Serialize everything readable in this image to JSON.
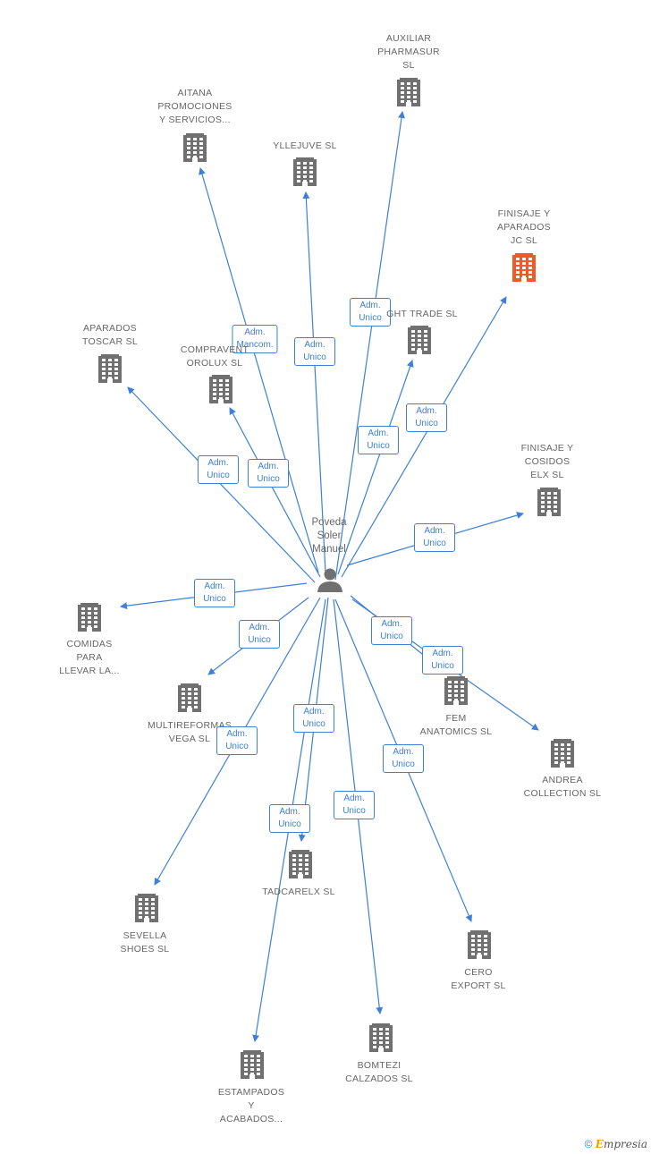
{
  "center": {
    "name": "Poveda\nSoler\nManuel",
    "icon": "person-icon"
  },
  "colors": {
    "edge": "#3d80d6",
    "building": "#707070",
    "highlight": "#f05a28"
  },
  "companies": [
    {
      "id": "auxiliar",
      "name": "AUXILIAR\nPHARMASUR\nSL",
      "role": "Adm.\nUnico",
      "highlight": false
    },
    {
      "id": "aitana",
      "name": "AITANA\nPROMOCIONES\nY SERVICIOS...",
      "role": "Adm.\nMancom.",
      "highlight": false
    },
    {
      "id": "yllejuve",
      "name": "YLLEJUVE SL",
      "role": "Adm.\nUnico",
      "highlight": false
    },
    {
      "id": "finisaje-aparados",
      "name": "FINISAJE Y\nAPARADOS\nJC SL",
      "role": "Adm.\nUnico",
      "highlight": true
    },
    {
      "id": "ght-trade",
      "name": "GHT TRADE SL",
      "role": "Adm.\nUnico",
      "highlight": false
    },
    {
      "id": "aparados-toscar",
      "name": "APARADOS\nTOSCAR SL",
      "role": "Adm.\nUnico",
      "highlight": false
    },
    {
      "id": "compravent",
      "name": "COMPRAVENT\nOROLUX SL",
      "role": "Adm.\nUnico",
      "highlight": false
    },
    {
      "id": "finisaje-cosidos",
      "name": "FINISAJE Y\nCOSIDOS\nELX SL",
      "role": "Adm.\nUnico",
      "highlight": false
    },
    {
      "id": "comidas",
      "name": "COMIDAS\nPARA\nLLEVAR LA...",
      "role": "Adm.\nUnico",
      "highlight": false
    },
    {
      "id": "multireformas",
      "name": "MULTIREFORMAS\nVEGA  SL",
      "role": "Adm.\nUnico",
      "highlight": false
    },
    {
      "id": "fem",
      "name": "FEM\nANATOMICS SL",
      "role": "Adm.\nUnico",
      "highlight": false
    },
    {
      "id": "andrea",
      "name": "ANDREA\nCOLLECTION SL",
      "role": "Adm.\nUnico",
      "highlight": false
    },
    {
      "id": "tadcarelx",
      "name": "TADCARELX SL",
      "role": "Adm.\nUnico",
      "highlight": false
    },
    {
      "id": "sevella",
      "name": "SEVELLA\nSHOES SL",
      "role": "Adm.\nUnico",
      "highlight": false
    },
    {
      "id": "cero",
      "name": "CERO\nEXPORT SL",
      "role": "Adm.\nUnico",
      "highlight": false
    },
    {
      "id": "bomtezi",
      "name": "BOMTEZI\nCALZADOS SL",
      "role": "Adm.\nUnico",
      "highlight": false
    },
    {
      "id": "estampados",
      "name": "ESTAMPADOS\nY\nACABADOS...",
      "role": "Adm.\nUnico",
      "highlight": false
    }
  ],
  "footer": {
    "copyright": "©",
    "brand_initial": "E",
    "brand_rest": "mpresia"
  }
}
